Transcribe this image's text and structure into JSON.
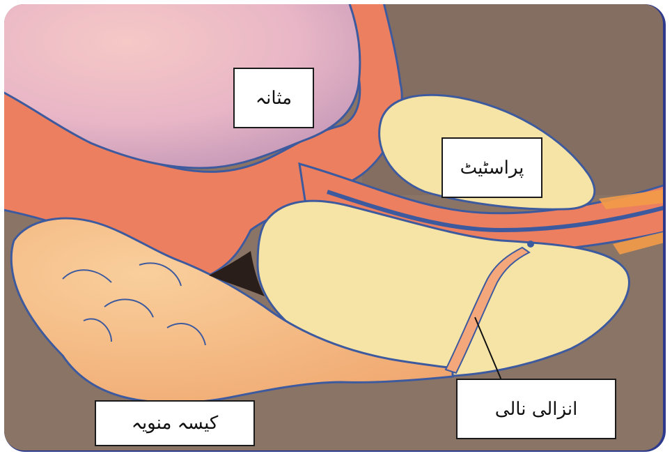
{
  "labels": {
    "bladder": "مثانہ",
    "prostate": "پراسٹیٹ",
    "ejaculatory_duct": "انزالی نالی",
    "seminal_vesicle": "کیسہ منویہ"
  },
  "colors": {
    "frame_outer": "#2e3a8c",
    "background": "#8a7466",
    "bladder_wall": "#ec7f5f",
    "bladder_lumen": "#e8b7c4",
    "prostate": "#f6e4a6",
    "vesicle": "#f4b27c",
    "outline": "#3e5a9e"
  }
}
